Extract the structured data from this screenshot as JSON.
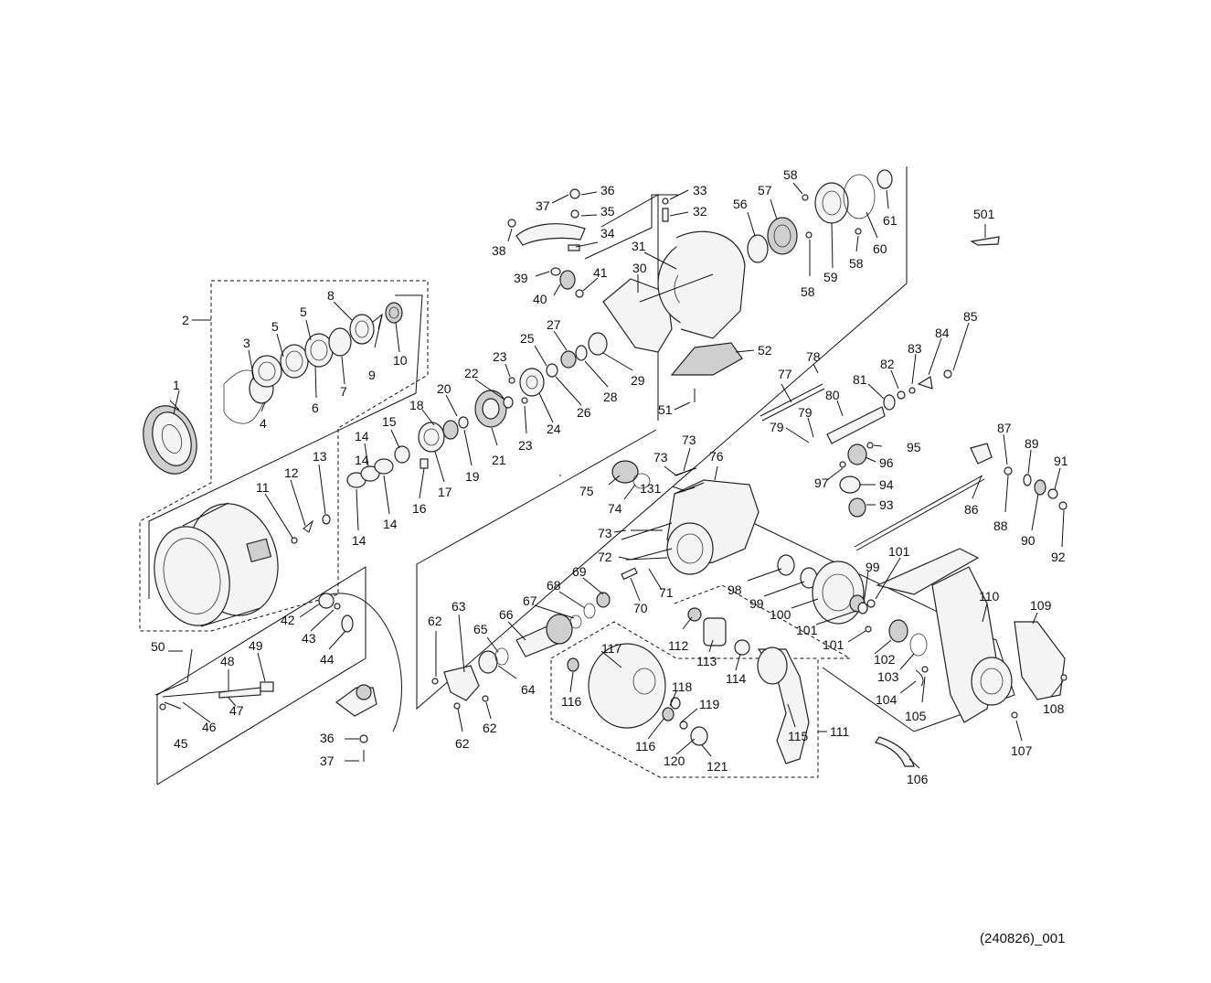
{
  "diagram": {
    "code": "(240826)_001",
    "part_labels": [
      "1",
      "2",
      "3",
      "4",
      "5",
      "5",
      "6",
      "7",
      "8",
      "9",
      "10",
      "11",
      "12",
      "13",
      "14",
      "14",
      "14",
      "14",
      "15",
      "16",
      "17",
      "18",
      "19",
      "20",
      "21",
      "22",
      "23",
      "23",
      "24",
      "25",
      "26",
      "27",
      "28",
      "29",
      "30",
      "31",
      "32",
      "33",
      "34",
      "35",
      "36",
      "37",
      "38",
      "39",
      "40",
      "41",
      "42",
      "43",
      "44",
      "45",
      "46",
      "47",
      "48",
      "49",
      "50",
      "51",
      "52",
      "56",
      "57",
      "58",
      "58",
      "58",
      "59",
      "60",
      "61",
      "501",
      "62",
      "62",
      "62",
      "63",
      "64",
      "65",
      "66",
      "67",
      "68",
      "69",
      "70",
      "71",
      "72",
      "73",
      "73",
      "73",
      "74",
      "75",
      "76",
      "131",
      "77",
      "78",
      "79",
      "79",
      "80",
      "81",
      "82",
      "83",
      "84",
      "85",
      "86",
      "87",
      "88",
      "89",
      "90",
      "91",
      "92",
      "93",
      "94",
      "95",
      "96",
      "97",
      "98",
      "99",
      "99",
      "100",
      "101",
      "101",
      "101",
      "102",
      "103",
      "104",
      "105",
      "106",
      "107",
      "108",
      "109",
      "110",
      "111",
      "112",
      "113",
      "114",
      "115",
      "116",
      "116",
      "117",
      "118",
      "119",
      "120",
      "121",
      "36",
      "37"
    ]
  }
}
